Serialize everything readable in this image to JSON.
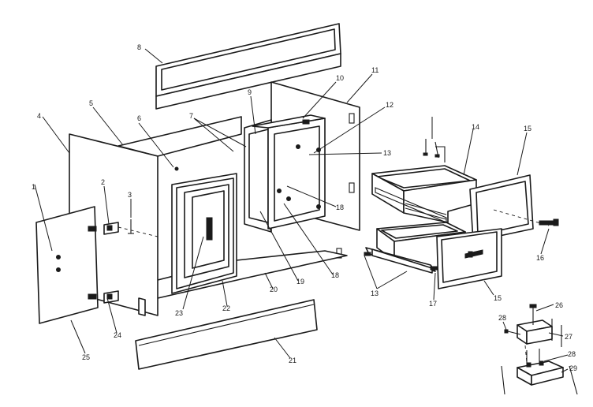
{
  "callouts": [
    {
      "id": "c1",
      "text": "1"
    },
    {
      "id": "c2",
      "text": "2"
    },
    {
      "id": "c3",
      "text": "3"
    },
    {
      "id": "c4",
      "text": "4"
    },
    {
      "id": "c5",
      "text": "5"
    },
    {
      "id": "c6",
      "text": "6"
    },
    {
      "id": "c7",
      "text": "7"
    },
    {
      "id": "c8",
      "text": "8"
    },
    {
      "id": "c9",
      "text": "9"
    },
    {
      "id": "c10",
      "text": "10"
    },
    {
      "id": "c11",
      "text": "11"
    },
    {
      "id": "c12",
      "text": "12"
    },
    {
      "id": "c13a",
      "text": "13"
    },
    {
      "id": "c13b",
      "text": "13"
    },
    {
      "id": "c14",
      "text": "14"
    },
    {
      "id": "c15a",
      "text": "15"
    },
    {
      "id": "c15b",
      "text": "15"
    },
    {
      "id": "c16",
      "text": "16"
    },
    {
      "id": "c17",
      "text": "17"
    },
    {
      "id": "c18a",
      "text": "18"
    },
    {
      "id": "c18b",
      "text": "18"
    },
    {
      "id": "c19",
      "text": "19"
    },
    {
      "id": "c20",
      "text": "20"
    },
    {
      "id": "c21",
      "text": "21"
    },
    {
      "id": "c22",
      "text": "22"
    },
    {
      "id": "c23",
      "text": "23"
    },
    {
      "id": "c24",
      "text": "24"
    },
    {
      "id": "c25",
      "text": "25"
    },
    {
      "id": "c26",
      "text": "26"
    },
    {
      "id": "c27",
      "text": "27"
    },
    {
      "id": "c28a",
      "text": "28"
    },
    {
      "id": "c28b",
      "text": "28"
    },
    {
      "id": "c29",
      "text": "29"
    }
  ]
}
